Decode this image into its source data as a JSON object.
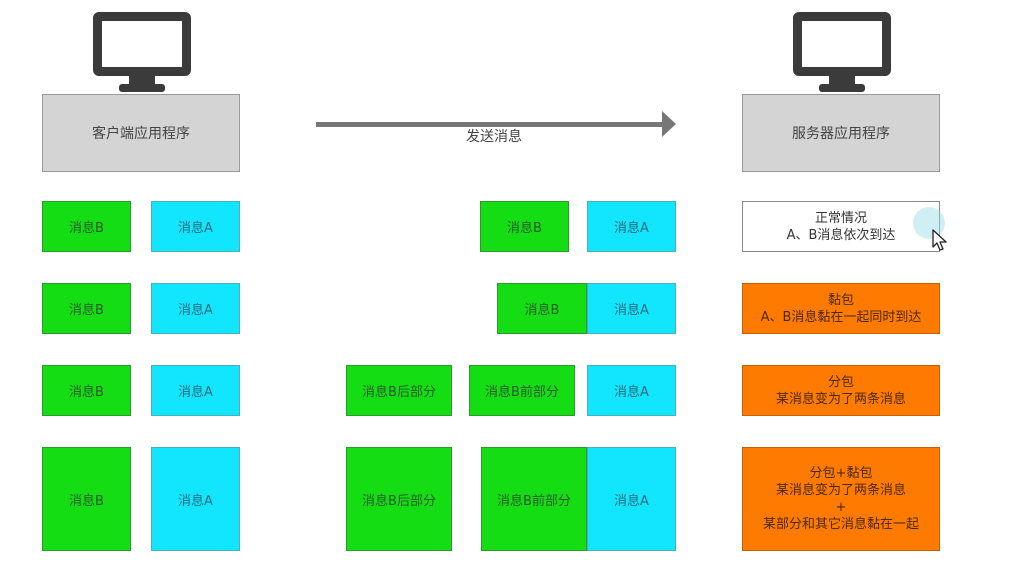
{
  "client": {
    "label": "客户端应用程序"
  },
  "server": {
    "label": "服务器应用程序"
  },
  "arrow": {
    "label": "发送消息"
  },
  "rows": [
    {
      "client": {
        "left": "消息B",
        "right": "消息A"
      },
      "transit": [
        "消息B",
        "消息A"
      ],
      "result": {
        "title": "正常情况",
        "lines": [
          "A、B消息依次到达"
        ]
      }
    },
    {
      "client": {
        "left": "消息B",
        "right": "消息A"
      },
      "transit": [
        "消息B",
        "消息A"
      ],
      "result": {
        "title": "黏包",
        "lines": [
          "A、B消息黏在一起同时到达"
        ]
      }
    },
    {
      "client": {
        "left": "消息B",
        "right": "消息A"
      },
      "transit": [
        "消息B后部分",
        "消息B前部分",
        "消息A"
      ],
      "result": {
        "title": "分包",
        "lines": [
          "某消息变为了两条消息"
        ]
      }
    },
    {
      "client": {
        "left": "消息B",
        "right": "消息A"
      },
      "transit": [
        "消息B后部分",
        "消息B前部分",
        "消息A"
      ],
      "result": {
        "title": "分包+黏包",
        "lines": [
          "某消息变为了两条消息",
          "+",
          "某部分和其它消息黏在一起"
        ]
      }
    }
  ],
  "colors": {
    "green": "#14dd14",
    "cyan": "#12e6ff",
    "orange": "#ff7a00",
    "gray": "#d4d4d4"
  },
  "icons": [
    "monitor-icon",
    "monitor-icon",
    "mouse-cursor-icon"
  ]
}
